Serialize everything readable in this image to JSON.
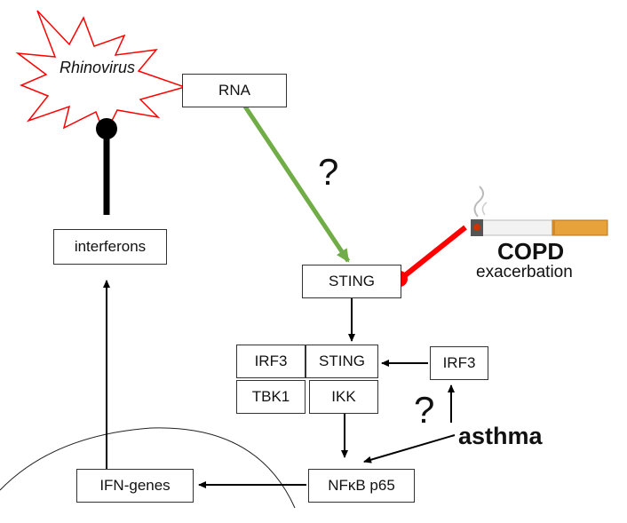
{
  "nodes": {
    "virus": "Rhinovirus",
    "rna": "RNA",
    "interferons": "interferons",
    "sting_top": "STING",
    "irf3_left": "IRF3",
    "sting_complex": "STING",
    "tbk1": "TBK1",
    "ikk": "IKK",
    "irf3_right": "IRF3",
    "ifn_genes": "IFN-genes",
    "nfkb": "NFκB p65"
  },
  "labels": {
    "question_top": "?",
    "question_bottom": "?",
    "copd": "COPD",
    "exacerbation": "exacerbation",
    "asthma": "asthma"
  },
  "colors": {
    "activation_arrow": "#70ad47",
    "inhibition": "#ff0000",
    "starburst_stroke": "#ff0000",
    "black": "#000000"
  },
  "icons": {
    "cigarette": "cigarette-icon"
  }
}
